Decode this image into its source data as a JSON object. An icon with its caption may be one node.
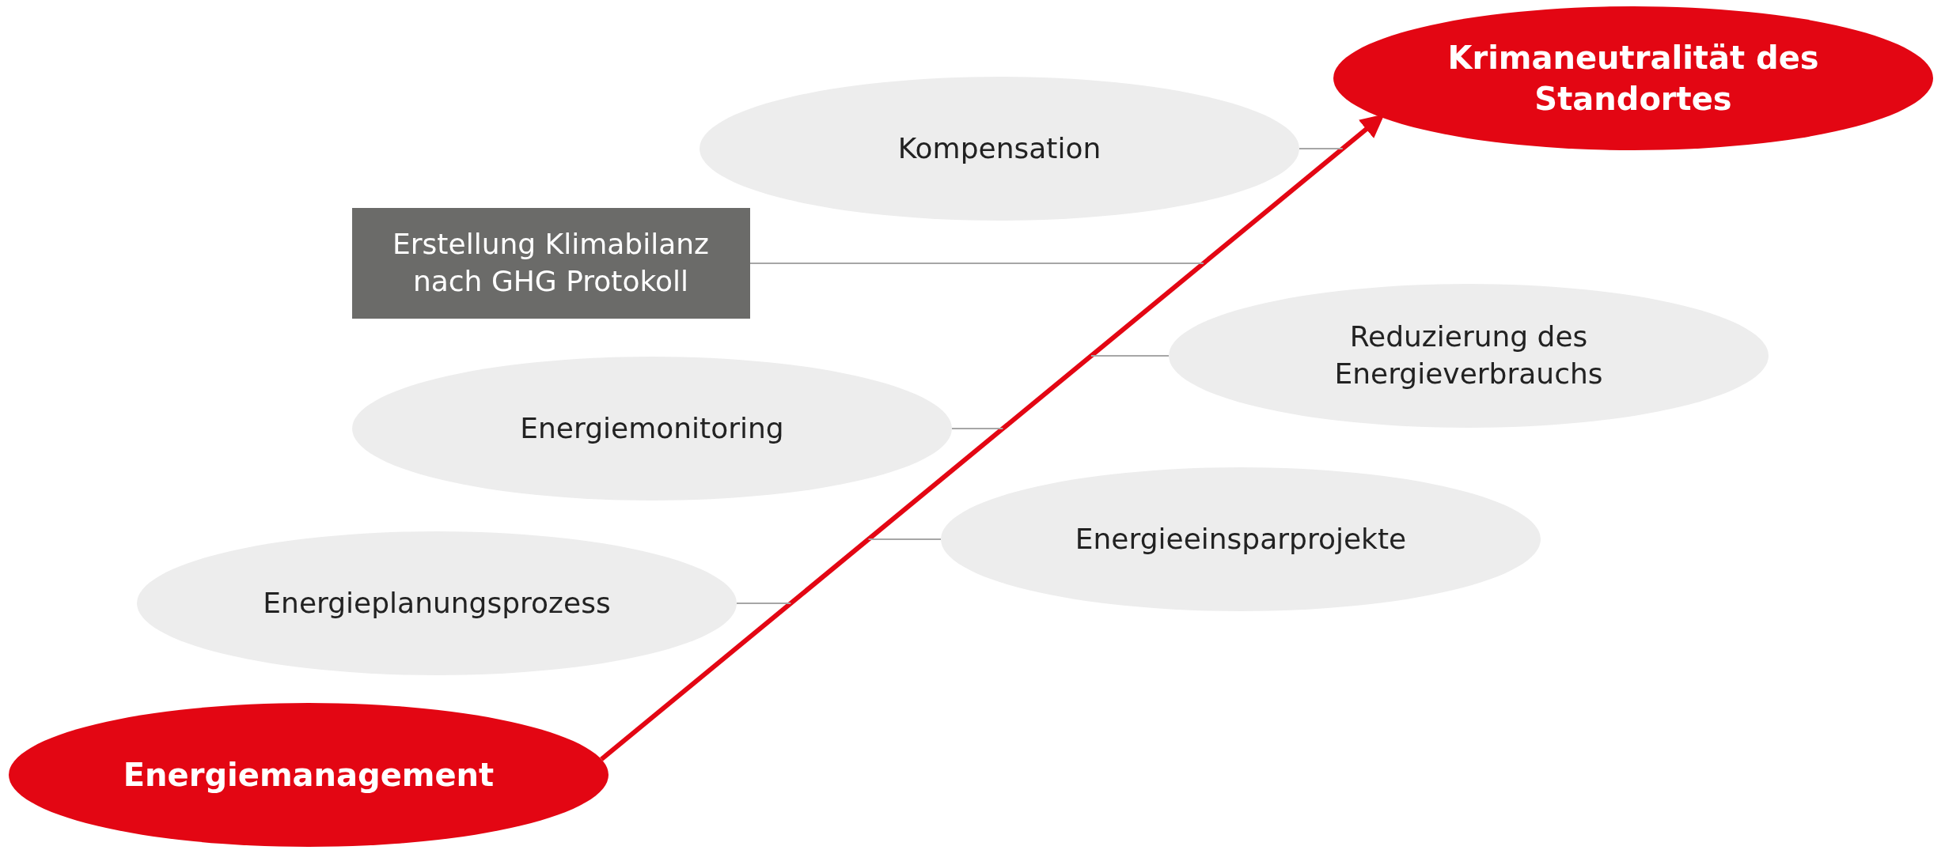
{
  "diagram": {
    "nodes": [
      {
        "text": [
          "Krimaneutralität des Standortes"
        ]
      },
      {
        "text": [
          "Kompensation"
        ]
      },
      {
        "text": [
          "Erstellung Klimabilanz nach GHG Protokoll"
        ]
      },
      {
        "text": [
          "Reduzierung des Energieverbrauchs"
        ]
      },
      {
        "text": [
          "Energiemonitoring"
        ]
      },
      {
        "text": [
          "Energieeinsparprojekte"
        ]
      },
      {
        "text": [
          "Energieplanungsprozess"
        ]
      },
      {
        "text": [
          "Energiemanagement"
        ]
      }
    ],
    "edges": [
      {
        "from": 7,
        "to": 0,
        "arrow": "to",
        "style": "thick",
        "color": "#e30613"
      },
      {
        "from": 1,
        "to": null,
        "arrow": "none"
      },
      {
        "from": 2,
        "to": null,
        "arrow": "none"
      },
      {
        "from": 3,
        "to": null,
        "arrow": "none"
      },
      {
        "from": 4,
        "to": null,
        "arrow": "none"
      },
      {
        "from": 5,
        "to": null,
        "arrow": "none"
      },
      {
        "from": 6,
        "to": null,
        "arrow": "none"
      }
    ]
  }
}
